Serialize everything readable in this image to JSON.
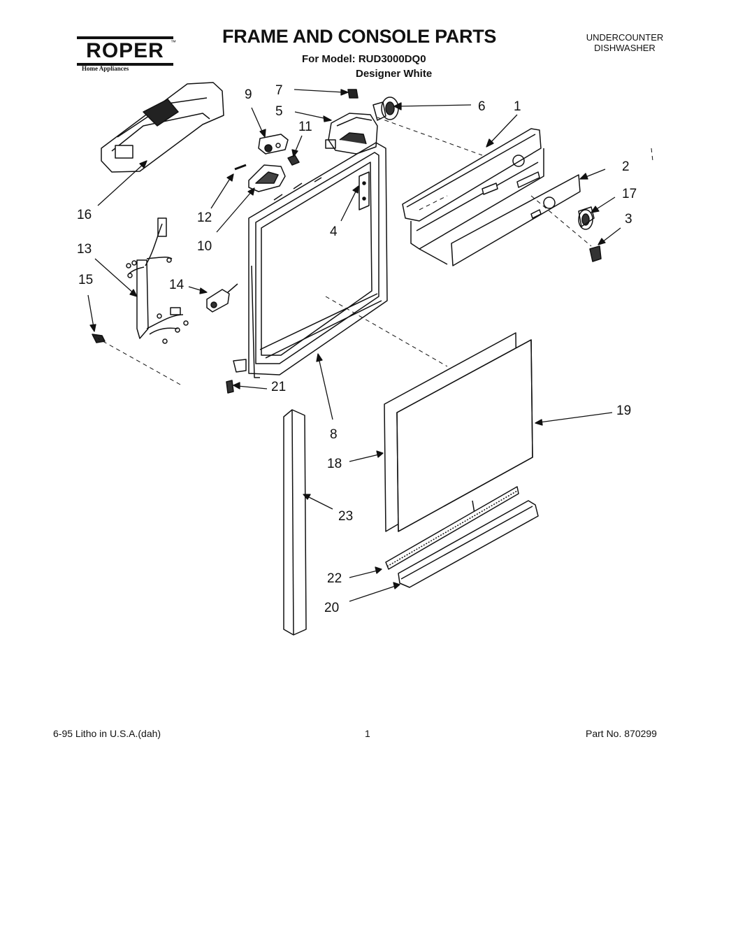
{
  "header": {
    "brand": "ROPER",
    "brand_sub": "Home Appliances",
    "title": "FRAME AND CONSOLE PARTS",
    "model_line": "For Model: RUD3000DQ0",
    "color_line": "Designer White",
    "product_line1": "UNDERCOUNTER",
    "product_line2": "DISHWASHER"
  },
  "callouts": {
    "c1": "1",
    "c2": "2",
    "c3": "3",
    "c4": "4",
    "c5": "5",
    "c6": "6",
    "c7": "7",
    "c8": "8",
    "c9": "9",
    "c10": "10",
    "c11": "11",
    "c12": "12",
    "c13": "13",
    "c14": "14",
    "c15": "15",
    "c16": "16",
    "c17": "17",
    "c18": "18",
    "c19": "19",
    "c20": "20",
    "c21": "21",
    "c22": "22",
    "c23": "23"
  },
  "footer": {
    "litho": "6-95  Litho in U.S.A.(dah)",
    "page": "1",
    "part_no": "Part No. 870299"
  }
}
